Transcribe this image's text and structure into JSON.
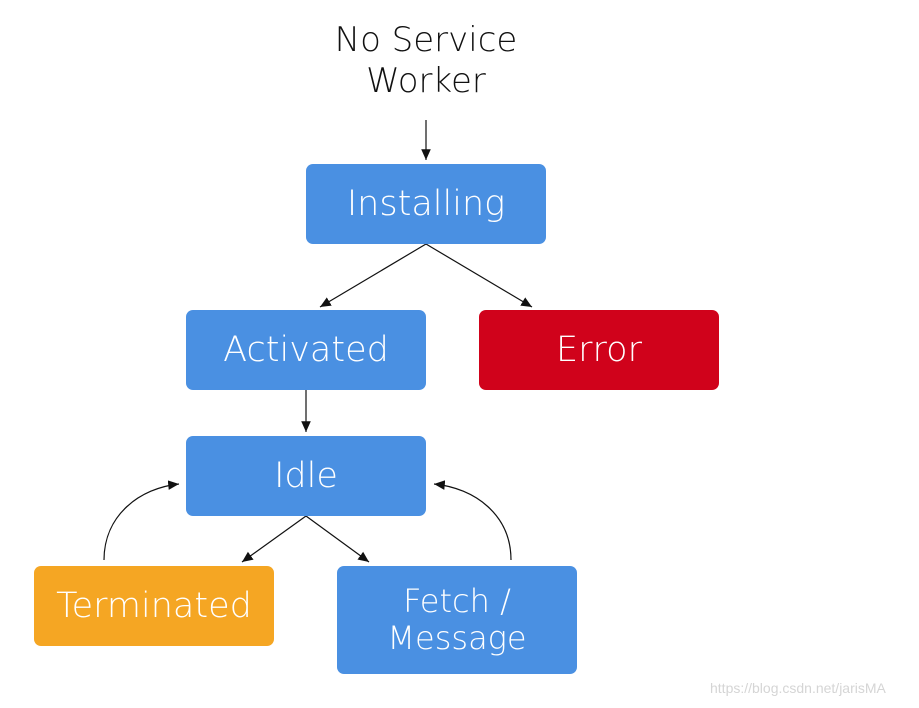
{
  "diagram": {
    "start_label": "No Service\nWorker",
    "nodes": {
      "installing": "Installing",
      "activated": "Activated",
      "error": "Error",
      "idle": "Idle",
      "terminated": "Terminated",
      "fetch_message": "Fetch /\nMessage"
    },
    "edges": [
      {
        "from": "start",
        "to": "installing"
      },
      {
        "from": "installing",
        "to": "activated"
      },
      {
        "from": "installing",
        "to": "error"
      },
      {
        "from": "activated",
        "to": "idle"
      },
      {
        "from": "idle",
        "to": "terminated"
      },
      {
        "from": "idle",
        "to": "fetch_message"
      },
      {
        "from": "terminated",
        "to": "idle"
      },
      {
        "from": "fetch_message",
        "to": "idle"
      }
    ],
    "colors": {
      "blue": "#4a90e2",
      "red": "#d0021b",
      "orange": "#f5a623",
      "text_dark": "#111111",
      "text_light": "#ffffff"
    }
  },
  "watermark": "https://blog.csdn.net/jarisMA"
}
